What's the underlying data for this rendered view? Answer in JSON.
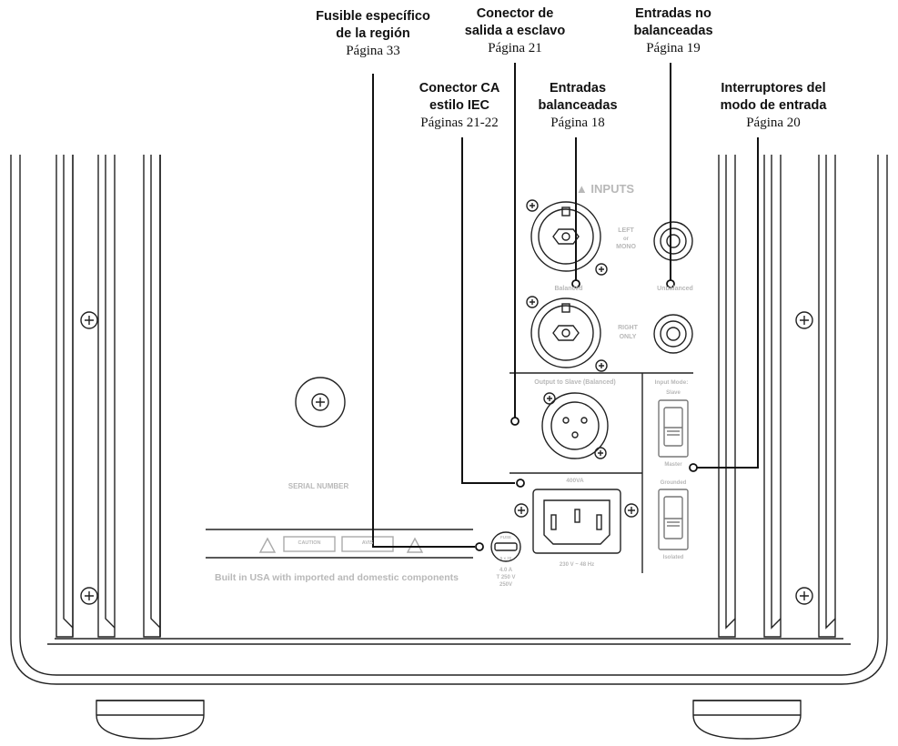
{
  "callouts": {
    "fuse": {
      "line1": "Fusible específico",
      "line2": "de la región",
      "page": "Página 33"
    },
    "slave": {
      "line1": "Conector de",
      "line2": "salida a esclavo",
      "page": "Página 21"
    },
    "unbalanced": {
      "line1": "Entradas no",
      "line2": "balanceadas",
      "page": "Página 19"
    },
    "iec": {
      "line1": "Conector CA",
      "line2": "estilo IEC",
      "page": "Páginas 21-22"
    },
    "balanced": {
      "line1": "Entradas",
      "line2": "balanceadas",
      "page": "Página 18"
    },
    "switches": {
      "line1": "Interruptores del",
      "line2": "modo de entrada",
      "page": "Página 20"
    }
  },
  "panel": {
    "inputs_title": "▲ INPUTS",
    "left_label": [
      "LEFT",
      "or",
      "MONO"
    ],
    "right_label": [
      "RIGHT",
      "ONLY"
    ],
    "balanced_label": "Balanced",
    "unbalanced_label": "Unbalanced",
    "output_slave_label": "Output to Slave (Balanced)",
    "input_mode_label": "Input Mode:",
    "slave_label": "Slave",
    "master_label": "Master",
    "grounded_label": "Grounded",
    "isolated_label": "Isolated",
    "serial_label": "SERIAL NUMBER",
    "voltage_label": "400VA",
    "ac_rating": "230 V ~ 48 Hz",
    "built_in": "Built in USA with imported and domestic components",
    "caution": "CAUTION",
    "avis": "AVIS",
    "fuse_rating": [
      "4.0 A",
      "T 250 V",
      "250V"
    ],
    "fuse_badge": [
      "FUSE",
      "5 x 20"
    ]
  },
  "colors": {
    "line": "#222222",
    "label_gray": "#b8b8b8"
  }
}
